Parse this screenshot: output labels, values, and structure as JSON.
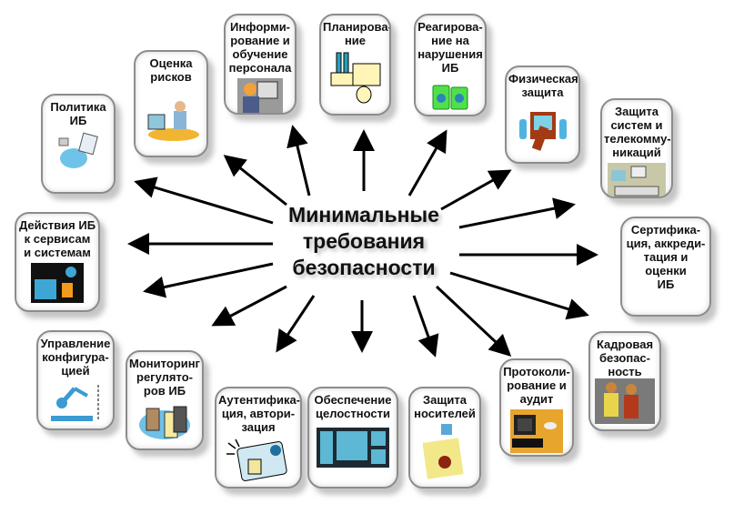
{
  "center": {
    "title": "Минимальные\nтребования\nбезопасности"
  },
  "cards": [
    {
      "id": "politika",
      "label": "Политика\nИБ",
      "icon": "policy-document-icon"
    },
    {
      "id": "ocenka",
      "label": "Оценка\nрисков",
      "icon": "risk-assessment-person-icon"
    },
    {
      "id": "inform",
      "label": "Информи-\nрование и\nобучение\nперсонала",
      "icon": "staff-training-icon"
    },
    {
      "id": "plan",
      "label": "Планирова-\nние",
      "icon": "factory-planning-icon"
    },
    {
      "id": "reag",
      "label": "Реагирова-\nние на\nнарушения\nИБ",
      "icon": "walkie-talkie-icon"
    },
    {
      "id": "fiz",
      "label": "Физическая\nзащита",
      "icon": "remote-control-security-icon"
    },
    {
      "id": "telecom",
      "label": "Защита\nсистем и\nтелекомму-\nникаций",
      "icon": "network-systems-icon"
    },
    {
      "id": "sert",
      "label": "Сертифика-\nция, аккреди-\nтация и\nоценки\nИБ",
      "icon": ""
    },
    {
      "id": "kadr",
      "label": "Кадровая\nбезопас-\nность",
      "icon": "personnel-group-icon"
    },
    {
      "id": "protokol",
      "label": "Протоколи-\nрование и\nаудит",
      "icon": "audit-computer-icon"
    },
    {
      "id": "nositel",
      "label": "Защита\nносителей",
      "icon": "storage-media-disk-icon"
    },
    {
      "id": "celost",
      "label": "Обеспечение\nцелостности",
      "icon": "integrity-panels-icon"
    },
    {
      "id": "autent",
      "label": "Аутентифика-\nция, автори-\nзация",
      "icon": "id-card-icon"
    },
    {
      "id": "monitor",
      "label": "Мониторинг\nрегулято-\nров ИБ",
      "icon": "regulator-documents-icon"
    },
    {
      "id": "upr",
      "label": "Управление\nконфигура-\nцией",
      "icon": "robot-arm-icon"
    },
    {
      "id": "deistv",
      "label": "Действия ИБ\nк сервисам\nи системам",
      "icon": "services-systems-icon"
    }
  ],
  "colors": {
    "arrow": "#000000",
    "card_border": "#8c8c8c",
    "shadow": "#bbbbbb"
  }
}
